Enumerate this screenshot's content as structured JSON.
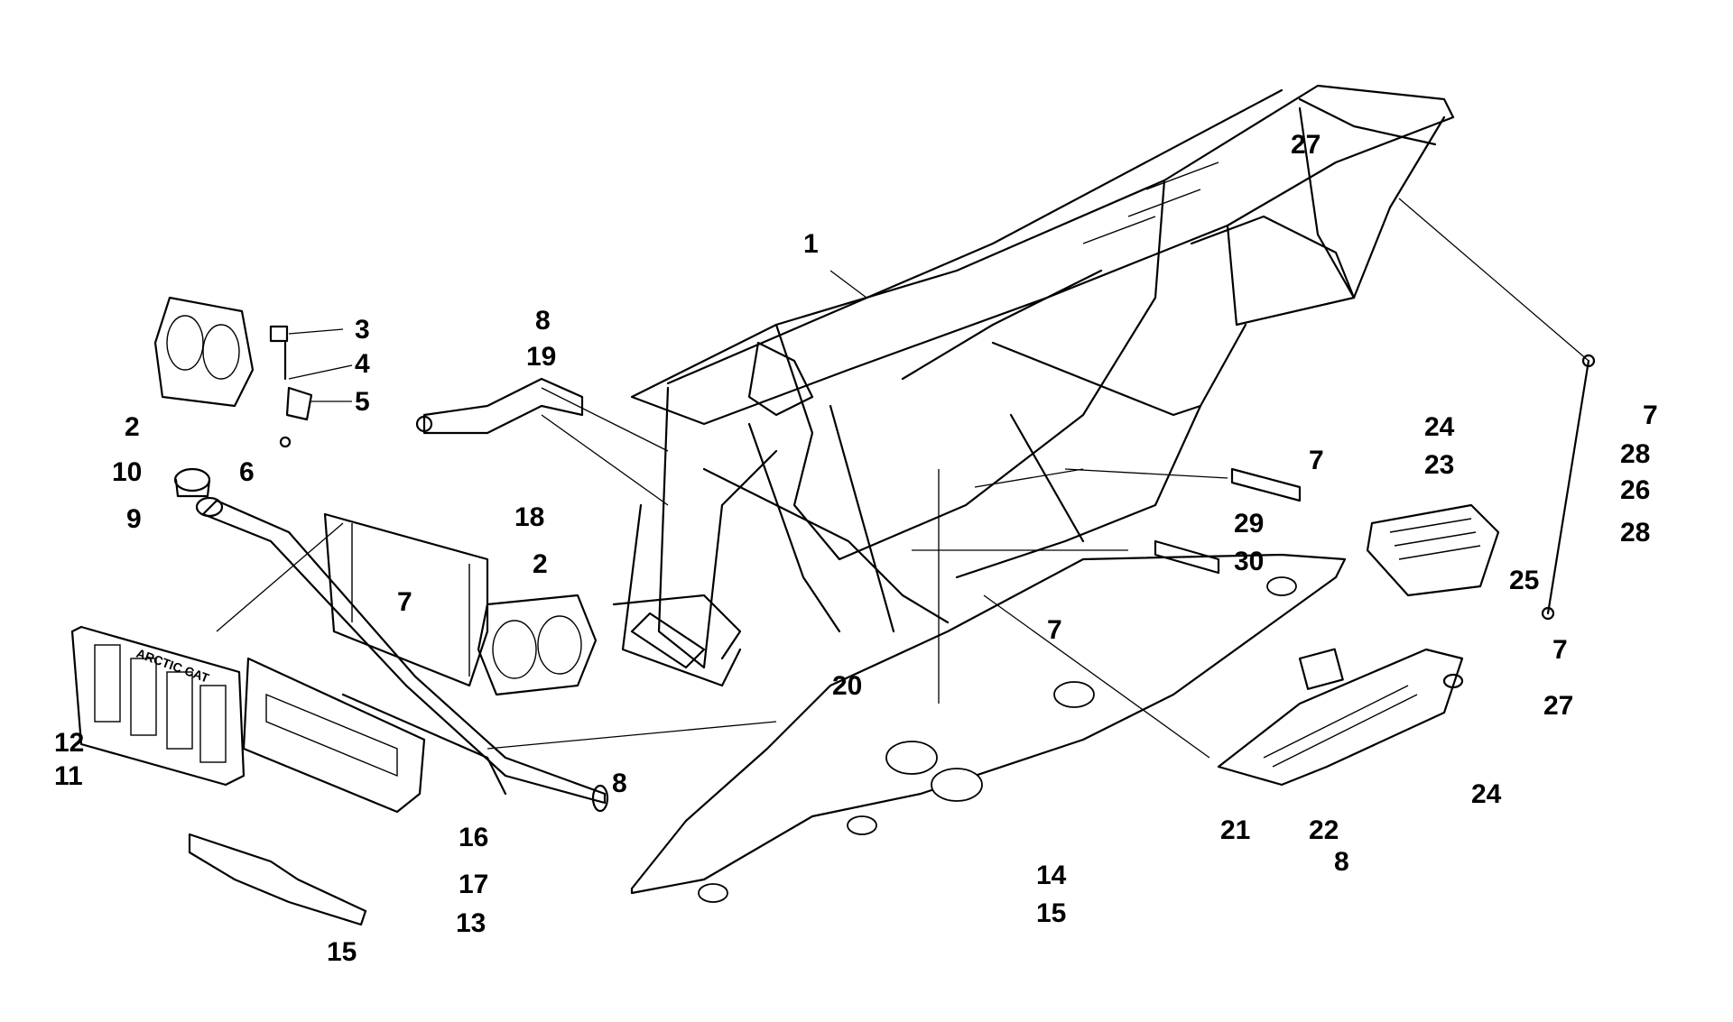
{
  "diagram": {
    "brand_logo_text": "ARCTIC CAT",
    "callouts": {
      "c1": "1",
      "c2a": "2",
      "c2b": "2",
      "c3": "3",
      "c4": "4",
      "c5": "5",
      "c6": "6",
      "c7a": "7",
      "c7b": "7",
      "c7c": "7",
      "c7d": "7",
      "c7e": "7",
      "c8a": "8",
      "c8b": "8",
      "c8c": "8",
      "c9": "9",
      "c10": "10",
      "c11": "11",
      "c12": "12",
      "c13": "13",
      "c14": "14",
      "c15a": "15",
      "c15b": "15",
      "c16": "16",
      "c17": "17",
      "c18": "18",
      "c19": "19",
      "c20": "20",
      "c21": "21",
      "c22": "22",
      "c23": "23",
      "c24a": "24",
      "c24b": "24",
      "c25": "25",
      "c26": "26",
      "c27a": "27",
      "c27b": "27",
      "c28a": "28",
      "c28b": "28",
      "c29": "29",
      "c30": "30"
    }
  }
}
